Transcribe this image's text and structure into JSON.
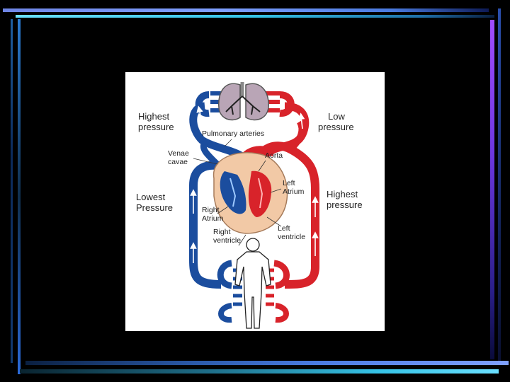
{
  "slide": {
    "labels": {
      "highest_pressure_top": [
        "Highest",
        "pressure"
      ],
      "low_pressure": [
        "Low",
        "pressure"
      ],
      "pulmonary_arteries": "Pulmonary arteries",
      "venae_cavae": [
        "Venae",
        "cavae"
      ],
      "aorta": "Aorta",
      "left_atrium": [
        "Left",
        "Atrium"
      ],
      "lowest_pressure": [
        "Lowest",
        "Pressure"
      ],
      "highest_pressure_right": [
        "Highest",
        "pressure"
      ],
      "right_atrium": [
        "Right",
        "Atrium"
      ],
      "right_ventricle": [
        "Right",
        "ventricle"
      ],
      "left_ventricle": [
        "Left",
        "ventricle"
      ]
    },
    "colors": {
      "background": "#000000",
      "oxygenated_blood": "#d8232a",
      "deoxygenated_blood": "#1b4d9e",
      "heart_tissue": "#f2c9a6",
      "lungs": "#b9a5b6"
    }
  }
}
